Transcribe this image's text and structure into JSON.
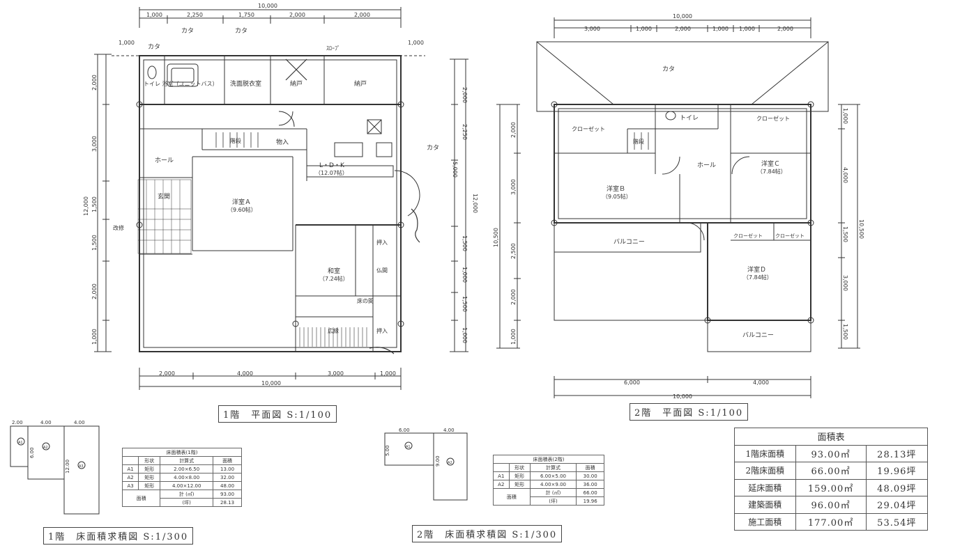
{
  "floor1": {
    "top_total": "10,000",
    "top_dims": [
      "1,000",
      "2,250",
      "1,750",
      "2,000",
      "2,000"
    ],
    "bottom_dims": [
      "2,000",
      "4,000",
      "3,000",
      "1,000"
    ],
    "bottom_total": "10,000",
    "left_dims": [
      "2,000",
      "3,000",
      "1,500",
      "1,500",
      "2,000",
      "1,000"
    ],
    "left_total": "12,000",
    "right_dims": [
      "2,000",
      "2,250",
      "1,500",
      "1,000",
      "1,500",
      "1,000"
    ],
    "right_total_a": "5,000",
    "right_total_b": "12,000",
    "side_overhang": "1,000",
    "rooms": {
      "toilet_bath": "トイレ 浴室（ユニットバス）",
      "washroom": "洗面脱衣室",
      "closet1": "納戸",
      "closet2": "納戸",
      "hall": "ホール",
      "entrance": "玄関",
      "storage": "物入",
      "stairs": "階段",
      "ldk": "L・D・K",
      "ldk_size": "（12.07帖）",
      "room_a": "洋室Ａ",
      "room_a_size": "（9.60帖）",
      "washitsu": "和室",
      "washitsu_size": "（7.24帖）",
      "oshiire": "押入",
      "butsuma": "仏間",
      "tokonoma": "床の間",
      "engawa": "広縁",
      "oshiire2": "押入"
    },
    "notes": [
      "カタ",
      "カタ",
      "カタ",
      "カタ",
      "ｽﾛｰﾌﾟ",
      "改修"
    ],
    "caption": "1階　平面図 S:1/100"
  },
  "floor2": {
    "top_total": "10,000",
    "top_dims": [
      "3,000",
      "1,000",
      "2,000",
      "1,000",
      "1,000",
      "2,000"
    ],
    "bottom_dims": [
      "6,000",
      "4,000"
    ],
    "bottom_total": "10,000",
    "left_dims": [
      "2,000",
      "3,000",
      "2,500",
      "2,000",
      "1,000"
    ],
    "left_total": "10,500",
    "right_dims": [
      "1,000",
      "4,000",
      "1,500",
      "3,000",
      "1,500"
    ],
    "right_total": "10,500",
    "rooms": {
      "roof": "カタ",
      "closet": "クローゼット",
      "toilet": "トイレ",
      "stairs": "階段",
      "hall": "ホール",
      "walkin": "クローゼット",
      "room_b": "洋室Ｂ",
      "room_b_size": "（9.05帖）",
      "room_c": "洋室Ｃ",
      "room_c_size": "（7.84帖）",
      "balcony1": "バルコニー",
      "closet_c": "クローゼット",
      "closet_d": "クローゼット",
      "room_d": "洋室Ｄ",
      "room_d_size": "（7.84帖）",
      "balcony2": "バルコニー"
    },
    "caption": "2階　平面図 S:1/100"
  },
  "calc1": {
    "dims": [
      "2.00",
      "4.00",
      "4.00"
    ],
    "side_a": "6.00",
    "side_b": "12.00",
    "labels": [
      "A1",
      "A2",
      "A3"
    ],
    "table_title": "床面積表(1階)",
    "headers": [
      "",
      "形状",
      "計算式",
      "面積"
    ],
    "rows": [
      [
        "A1",
        "矩形",
        "2.00×6.50",
        "13.00"
      ],
      [
        "A2",
        "矩形",
        "4.00×8.00",
        "32.00"
      ],
      [
        "A3",
        "矩形",
        "4.00×12.00",
        "48.00"
      ]
    ],
    "total_label": "面積",
    "total_sqm_label": "計 (㎡)",
    "total_sqm": "93.00",
    "total_tsubo_label": "(坪)",
    "total_tsubo": "28.13",
    "caption": "1階　床面積求積図 S:1/300"
  },
  "calc2": {
    "dims": [
      "6.00",
      "4.00"
    ],
    "side_a": "5.00",
    "side_b": "9.00",
    "labels": [
      "A1",
      "A2"
    ],
    "table_title": "床面積表(2階)",
    "headers": [
      "",
      "形状",
      "計算式",
      "面積"
    ],
    "rows": [
      [
        "A1",
        "矩形",
        "6.00×5.00",
        "30.00"
      ],
      [
        "A2",
        "矩形",
        "4.00×9.00",
        "36.00"
      ]
    ],
    "total_label": "面積",
    "total_sqm_label": "計 (㎡)",
    "total_sqm": "66.00",
    "total_tsubo_label": "(坪)",
    "total_tsubo": "19.96",
    "caption": "2階　床面積求積図 S:1/300"
  },
  "area_table": {
    "title": "面積表",
    "rows": [
      {
        "label": "1階床面積",
        "sqm": "93.00㎡",
        "tsubo": "28.13坪"
      },
      {
        "label": "2階床面積",
        "sqm": "66.00㎡",
        "tsubo": "19.96坪"
      },
      {
        "label": "延床面積",
        "sqm": "159.00㎡",
        "tsubo": "48.09坪"
      },
      {
        "label": "建築面積",
        "sqm": "96.00㎡",
        "tsubo": "29.04坪"
      },
      {
        "label": "施工面積",
        "sqm": "177.00㎡",
        "tsubo": "53.54坪"
      }
    ]
  }
}
